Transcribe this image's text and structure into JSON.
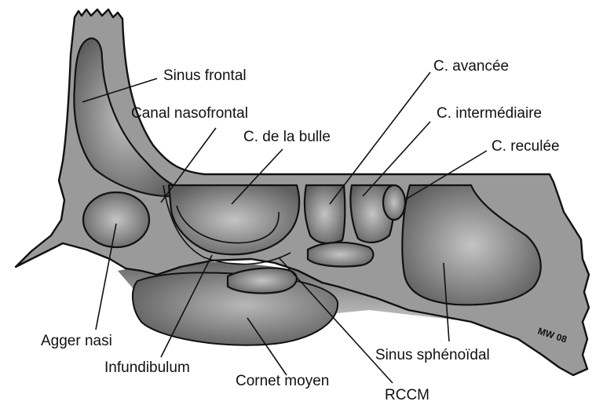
{
  "labels": {
    "sinus_frontal": "Sinus frontal",
    "canal_nasofrontal": "Canal nasofrontal",
    "c_de_la_bulle": "C. de la bulle",
    "c_avancee": "C. avancée",
    "c_intermediaire": "C. intermédiaire",
    "c_reculee": "C. reculée",
    "agger_nasi": "Agger nasi",
    "infundibulum": "Infundibulum",
    "cornet_moyen": "Cornet moyen",
    "rccm": "RCCM",
    "sinus_sphenoidal": "Sinus sphénoïdal"
  },
  "signature": "MW 08",
  "colors": {
    "bone": "#9a9a9a",
    "cavity_dark": "#6e6e6e",
    "cavity_light": "#c8c8c8",
    "outline": "#111111"
  }
}
